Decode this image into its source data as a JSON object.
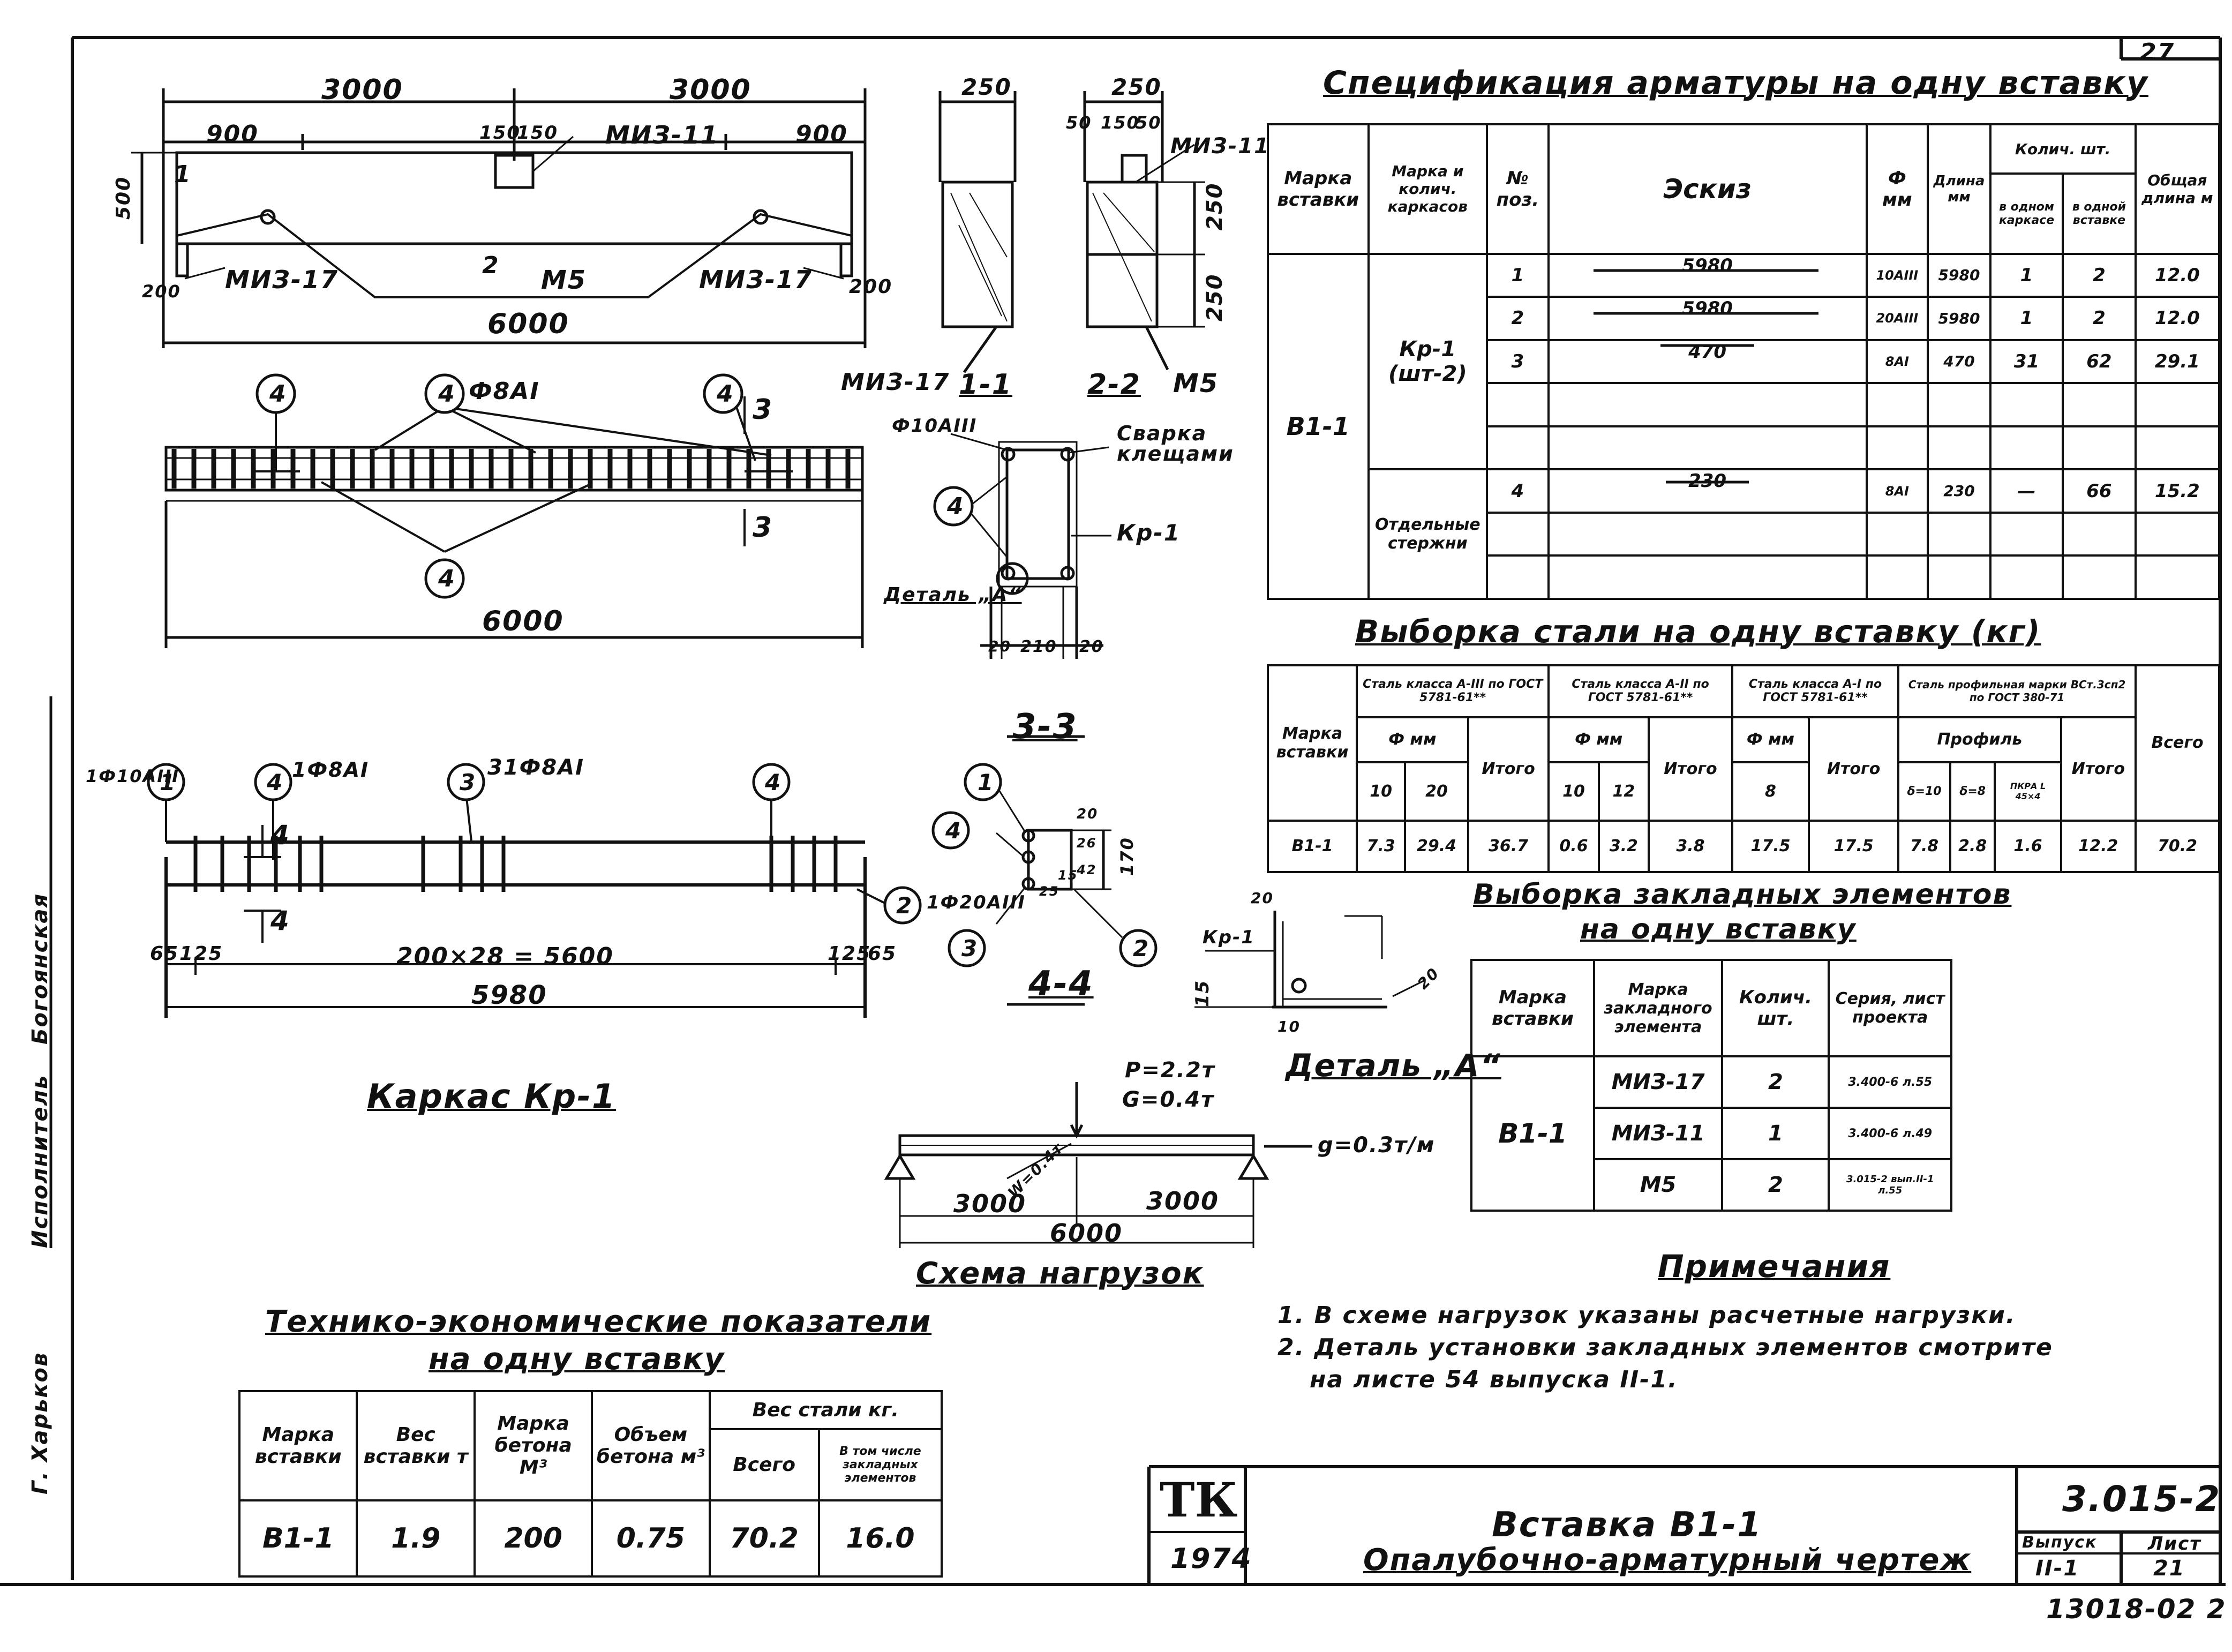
{
  "sheet": {
    "number": "27",
    "code": "3.015-2",
    "title": "Вставка В1-1",
    "subtitle": "Опалубочно-арматурный чертеж",
    "logo": "ТК",
    "year": "1974",
    "issue_label": "Выпуск",
    "issue_value": "II-1",
    "list_label": "Лист",
    "list_value": "21",
    "stamp_code": "13018-02 2",
    "side_executor": "Исполнитель",
    "side_name": "Богоянская",
    "side_city": "Г. Харьков"
  },
  "drawing": {
    "top": {
      "dim_3000_a": "3000",
      "dim_3000_b": "3000",
      "dim_900_a": "900",
      "dim_900_b": "900",
      "dim_150_a": "150",
      "dim_150_b": "150",
      "mkz11": "МИЗ-11",
      "mkz17_a": "МИЗ-17",
      "mkz17_b": "МИЗ-17",
      "m5": "М5",
      "dim_500": "500",
      "dim_200_a": "200",
      "dim_200_b": "200",
      "dim_6000": "6000",
      "mark1": "1",
      "mark2": "2"
    },
    "sec": {
      "d250_a": "250",
      "d250_b": "250",
      "d50_a": "50",
      "d150": "150",
      "d50_b": "50",
      "d250_c": "250",
      "d250_d": "250",
      "mkz11": "МИЗ-11",
      "mkz17": "МИЗ-17",
      "m5": "М5",
      "s11": "1-1",
      "s22": "2-2"
    },
    "plan": {
      "pos4_a": "4",
      "pos4_b": "4",
      "pos4_c": "4",
      "pos4_d": "4",
      "rebar": "Ф8AI",
      "cut3_a": "3",
      "cut3_b": "3",
      "dim_6000": "6000"
    },
    "weld": {
      "rebar": "Ф10AIII",
      "weld": "Сварка клещами",
      "pos4": "4",
      "kr1": "Кр-1",
      "detail": "Деталь „А“",
      "d20_a": "20",
      "d210": "210",
      "d20_b": "20"
    },
    "frame": {
      "pos1": "1",
      "pos4_a": "4",
      "pos3": "3",
      "pos4_b": "4",
      "pos2": "2",
      "r1": "1Ф10AIII",
      "r4": "1Ф8AI",
      "r3": "31Ф8AI",
      "r2": "1Ф20AIII",
      "cut4_a": "4",
      "cut4_b": "4",
      "d65_a": "65",
      "d125_a": "125",
      "d_mid": "200×28 = 5600",
      "d125_b": "125",
      "d65_b": "65",
      "d_total": "5980",
      "caption": "Каркас Кр-1"
    },
    "sec33": {
      "title": "3-3",
      "title44": "4-4",
      "p1": "1",
      "p4": "4",
      "p3": "3",
      "p2": "2",
      "d20": "20",
      "d170": "170",
      "d26": "26",
      "d25": "25",
      "d15": "15",
      "d42": "42"
    },
    "detailA": {
      "kr1": "Кр-1",
      "d20": "20",
      "d15": "15",
      "d10": "10",
      "d20b": "20",
      "caption": "Деталь „А“"
    },
    "load": {
      "p": "P=2.2т",
      "g": "G=0.4т",
      "q": "g=0.3т/м",
      "w": "W=0.4т",
      "d3000_a": "3000",
      "d3000_b": "3000",
      "d6000": "6000",
      "caption": "Схема нагрузок"
    }
  },
  "spec": {
    "title": "Спецификация арматуры на одну вставку",
    "headers": {
      "mark": "Марка вставки",
      "frame": "Марка и колич. каркасов",
      "pos": "№ поз.",
      "sketch": "Эскиз",
      "dia": "Ф мм",
      "len": "Длина мм",
      "qty": "Колич. шт.",
      "qty_frame": "в одном каркасе",
      "qty_insert": "в одной вставке",
      "total": "Общая длина м"
    },
    "mark": "В1-1",
    "group1": "Кр-1 (шт-2)",
    "group2": "Отдельные стержни",
    "rows": [
      {
        "pos": "1",
        "sketch": "5980",
        "dia": "10AIII",
        "len": "5980",
        "qf": "1",
        "qi": "2",
        "total": "12.0"
      },
      {
        "pos": "2",
        "sketch": "5980",
        "dia": "20AIII",
        "len": "5980",
        "qf": "1",
        "qi": "2",
        "total": "12.0"
      },
      {
        "pos": "3",
        "sketch": "470",
        "dia": "8AI",
        "len": "470",
        "qf": "31",
        "qi": "62",
        "total": "29.1"
      },
      {
        "pos": "4",
        "sketch": "230",
        "dia": "8AI",
        "len": "230",
        "qf": "—",
        "qi": "66",
        "total": "15.2"
      }
    ]
  },
  "steel": {
    "title": "Выборка стали на одну вставку (кг)",
    "headers": {
      "mark": "Марка вставки",
      "c1": "Сталь класса A-III по ГОСТ 5781-61**",
      "c2": "Сталь класса A-II по ГОСТ 5781-61**",
      "c3": "Сталь класса A-I по ГОСТ 5781-61**",
      "c4": "Сталь профильная марки ВСт.3сп2 по ГОСТ 380-71",
      "dia1": "Ф мм",
      "dia2": "Ф мм",
      "dia3": "Ф мм",
      "prof": "Профиль",
      "d10": "10",
      "d20": "20",
      "itogo1": "Итого",
      "d10b": "10",
      "d12": "12",
      "itogo2": "Итого",
      "d8": "8",
      "itogo3": "Итого",
      "p1": "δ=10",
      "p2": "δ=8",
      "p3": "ПКРА L 45×4",
      "itogo4": "Итого",
      "total": "Всего"
    },
    "row": {
      "mark": "В1-1",
      "a": "7.3",
      "b": "29.4",
      "c": "36.7",
      "d": "0.6",
      "e": "3.2",
      "f": "3.8",
      "g": "17.5",
      "h": "17.5",
      "i": "7.8",
      "j": "2.8",
      "k": "1.6",
      "l": "12.2",
      "m": "70.2"
    }
  },
  "embedded": {
    "title1": "Выборка закладных элементов",
    "title2": "на одну вставку",
    "headers": {
      "mark": "Марка вставки",
      "el": "Марка закладного элемента",
      "qty": "Колич. шт.",
      "series": "Серия, лист проекта"
    },
    "mark": "В1-1",
    "rows": [
      {
        "el": "МИЗ-17",
        "qty": "2",
        "series": "3.400-6 л.55"
      },
      {
        "el": "МИЗ-11",
        "qty": "1",
        "series": "3.400-6 л.49"
      },
      {
        "el": "М5",
        "qty": "2",
        "series": "3.015-2 вып.II-1 л.55"
      }
    ]
  },
  "notes": {
    "title": "Примечания",
    "n1": "1. В схеме нагрузок указаны расчетные нагрузки.",
    "n2": "2. Деталь установки закладных элементов смотрите",
    "n3": "на листе 54 выпуска II-1."
  },
  "tech": {
    "title1": "Технико-экономические показатели",
    "title2": "на одну вставку",
    "headers": {
      "mark": "Марка вставки",
      "weight": "Вес вставки т",
      "concrete": "Марка бетона М³",
      "volume": "Объем бетона м³",
      "steel": "Вес стали кг.",
      "total": "Всего",
      "emb": "В том числе закладных элементов"
    },
    "row": {
      "mark": "В1-1",
      "weight": "1.9",
      "concrete": "200",
      "volume": "0.75",
      "total": "70.2",
      "emb": "16.0"
    }
  }
}
